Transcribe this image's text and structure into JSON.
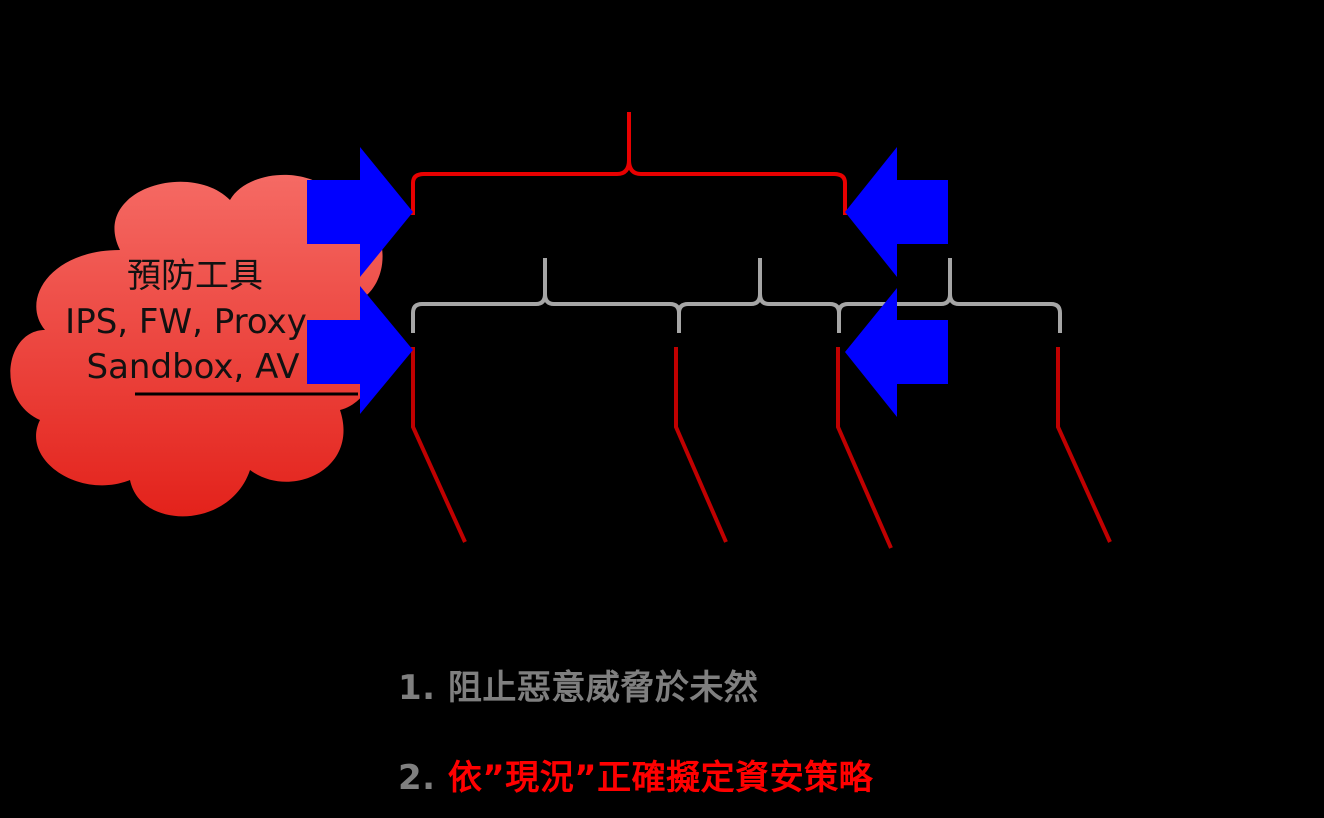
{
  "colors": {
    "background": "#000000",
    "cloud_fill": "#f04a43",
    "cloud_fill_dark": "#e8231c",
    "arrow": "#0000ff",
    "red_bracket": "#e80000",
    "grey_bracket": "#a6a6a6",
    "timeline_line": "#c00000",
    "note_grey": "#7f7f7f",
    "note_red": "#ff0000"
  },
  "cloud": {
    "icon": "cloud-shape",
    "line1": "預防工具",
    "line2": "IPS, FW, Proxy",
    "line3": "Sandbox, AV"
  },
  "notes": [
    {
      "number": "1.",
      "text": "阻止惡意威脅於未然"
    },
    {
      "number": "2.",
      "text": "依”現況”正確擬定資安策略"
    }
  ],
  "icons": {
    "arrow": "arrow-right-icon",
    "arrow_left": "arrow-left-icon",
    "bracket": "curly-brace-icon"
  }
}
